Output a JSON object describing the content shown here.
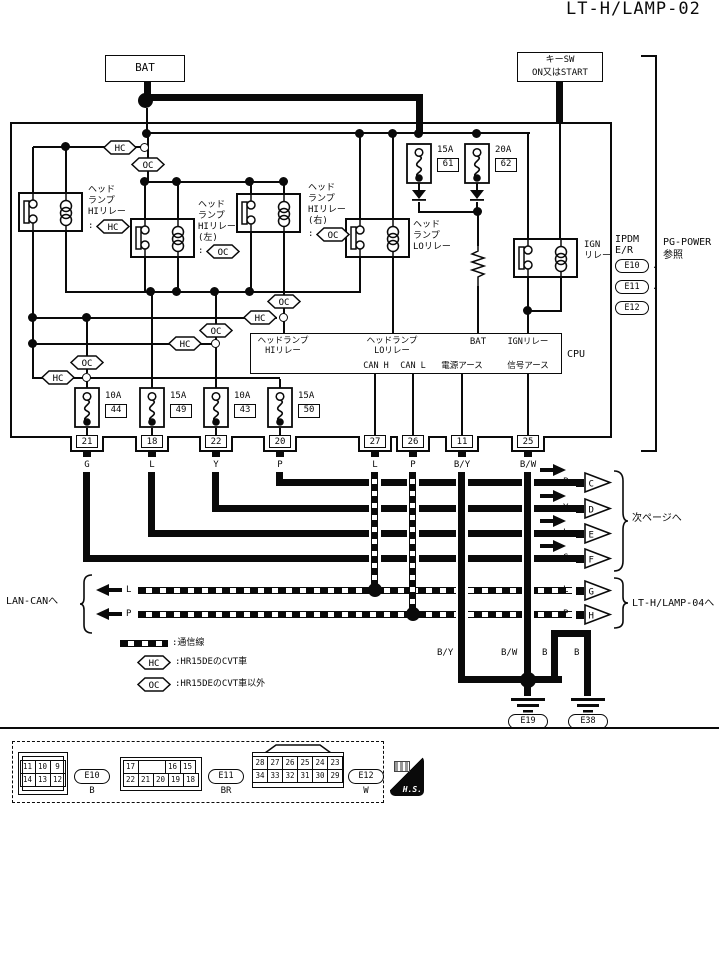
{
  "title": "LT-H/LAMP-02",
  "sym": {
    "hc": "HC",
    "oc": "OC"
  },
  "bat": "BAT",
  "key_sw": [
    "キーSW",
    "ON又はSTART"
  ],
  "side": {
    "ipdm": [
      "IPDM",
      "E/R"
    ],
    "refs": [
      "E10",
      "E11",
      "E12"
    ],
    "dot": ".",
    "pg": [
      "PG-POWER",
      "参照"
    ]
  },
  "relay_hi1": [
    "ヘッド",
    "ランプ",
    "HIリレー",
    ":"
  ],
  "relay_hi_l": [
    "ヘッド",
    "ランプ",
    "HIリレー",
    "(左)",
    ":"
  ],
  "relay_hi_r": [
    "ヘッド",
    "ランプ",
    "HIリレー",
    "(右)",
    ":"
  ],
  "relay_lo": [
    "ヘッド",
    "ランプ",
    "LOリレー"
  ],
  "relay_ign": [
    "IGN",
    "リレー"
  ],
  "fuses_top": [
    {
      "amp": "15A",
      "no": "61"
    },
    {
      "amp": "20A",
      "no": "62"
    }
  ],
  "fuses_bot": [
    {
      "amp": "10A",
      "no": "44"
    },
    {
      "amp": "15A",
      "no": "49"
    },
    {
      "amp": "10A",
      "no": "43"
    },
    {
      "amp": "15A",
      "no": "50"
    }
  ],
  "cpu": {
    "name": "CPU",
    "hi": [
      "ヘッドランプ",
      "HIリレー"
    ],
    "lo": [
      "ヘッドランプ",
      "LOリレー"
    ],
    "bat": "BAT",
    "ign": "IGNリレー",
    "can_h": "CAN H",
    "can_l": "CAN L",
    "gnd_pwr": "電源アース",
    "gnd_sig": "信号アース"
  },
  "pins": [
    "21",
    "18",
    "22",
    "20",
    "27",
    "26",
    "11",
    "25"
  ],
  "wires": [
    "G",
    "L",
    "Y",
    "P",
    "L",
    "P",
    "B/Y",
    "B/W"
  ],
  "out_rows": [
    {
      "w": "P",
      "t": "C"
    },
    {
      "w": "Y",
      "t": "D"
    },
    {
      "w": "L",
      "t": "E"
    },
    {
      "w": "G",
      "t": "F"
    }
  ],
  "next_page": "次ページへ",
  "lan": {
    "label": "LAN-CANへ",
    "rows": [
      {
        "w": "L",
        "t": "G"
      },
      {
        "w": "P",
        "t": "H"
      }
    ],
    "to": "LT-H/LAMP-04へ"
  },
  "gnd": {
    "labels": [
      "B/Y",
      "B/W",
      "B",
      "B"
    ],
    "refs": [
      "E19",
      "E38"
    ]
  },
  "legend": {
    "comm": ":通信線",
    "hc": ":HR15DEのCVT車",
    "oc": ":HR15DEのCVT車以外"
  },
  "conn": [
    {
      "id": "E10",
      "color": "B",
      "rows": [
        [
          "11",
          "10",
          "9"
        ],
        [
          "14",
          "13",
          "12"
        ]
      ]
    },
    {
      "id": "E11",
      "color": "BR",
      "rows": [
        [
          "17",
          "",
          "16",
          "15"
        ],
        [
          "22",
          "21",
          "20",
          "19",
          "18"
        ]
      ]
    },
    {
      "id": "E12",
      "color": "W",
      "rows": [
        [
          "28",
          "27",
          "26",
          "25",
          "24",
          "23"
        ],
        [
          "34",
          "33",
          "32",
          "31",
          "30",
          "29"
        ]
      ]
    }
  ],
  "hs": "H.S."
}
